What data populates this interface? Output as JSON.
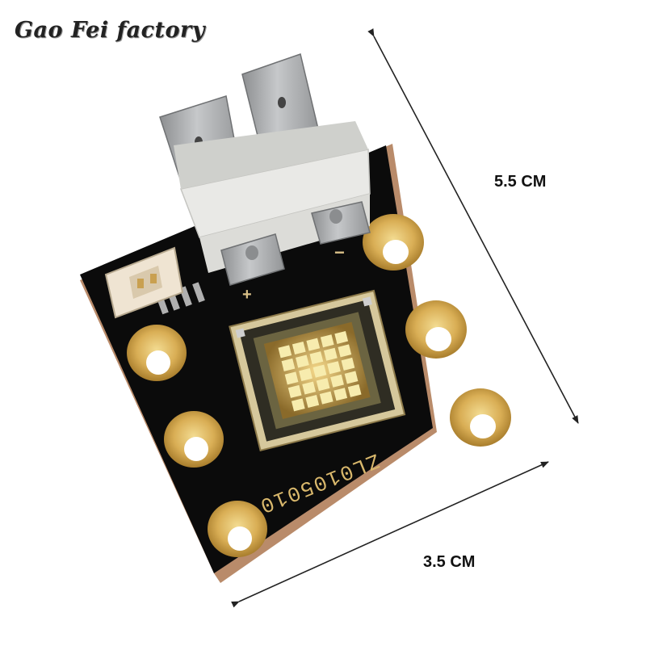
{
  "watermark": "Gao Fei factory",
  "dimensions": {
    "height_label": "5.5 CM",
    "width_label": "3.5 CM"
  },
  "board": {
    "part_number": "ZL0105010",
    "plus_marker": "+",
    "minus_marker": "−",
    "mounting_holes": 6,
    "led_grid": "5x5"
  },
  "colors": {
    "pcb": "#0b0b0b",
    "pad_gold": "#d6ad52",
    "terminal_metal": "#a7a9ab",
    "ceramic_block": "#e9e9e6",
    "led_yellow": "#f7ecae"
  }
}
